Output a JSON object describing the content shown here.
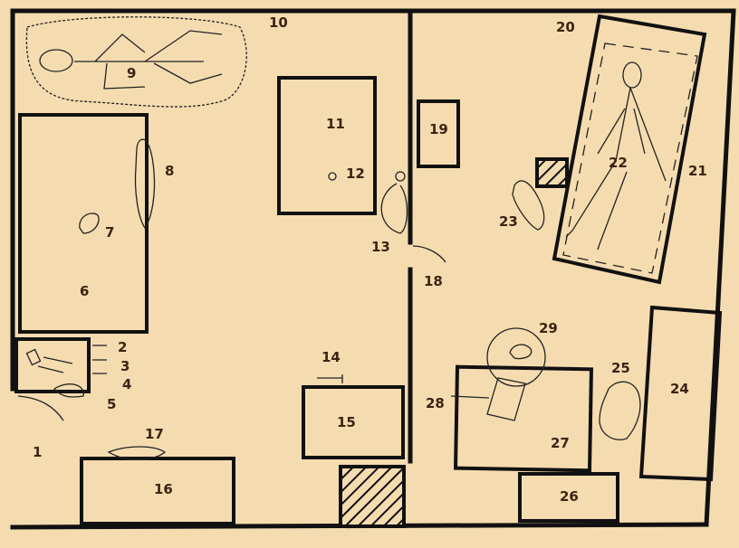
{
  "diagram": {
    "type": "crime-scene floor plan sketch",
    "colors": {
      "paper": "#f5dcb0",
      "ink": "#111111",
      "label": "#3a2412"
    },
    "labels": [
      "1",
      "2",
      "3",
      "4",
      "5",
      "6",
      "7",
      "8",
      "9",
      "10",
      "11",
      "12",
      "13",
      "14",
      "15",
      "16",
      "17",
      "18",
      "19",
      "20",
      "21",
      "22",
      "23",
      "24",
      "25",
      "26",
      "27",
      "28",
      "29"
    ]
  }
}
